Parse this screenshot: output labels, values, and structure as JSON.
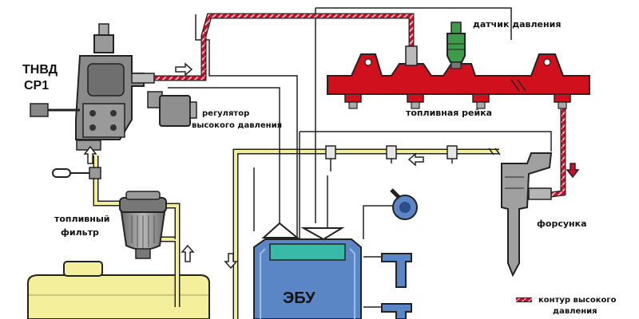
{
  "labels": {
    "pump_title_line1": "ТНВД",
    "pump_title_line2": "CP1",
    "pressure_regulator_line1": "регулятор",
    "pressure_regulator_line2": "высокого давления",
    "pressure_sensor": "датчик давления",
    "fuel_rail": "топливная рейка",
    "fuel_filter_line1": "топливный",
    "fuel_filter_line2": "фильтр",
    "injector": "форсунка",
    "ecu": "ЭБУ",
    "legend_line1": "контур высокого",
    "legend_line2": "давления"
  },
  "colors": {
    "high_pressure": "#c8102e",
    "rail": "#d0101c",
    "fuel": "#f4ef9a",
    "ecu": "#5a86c6",
    "ecu_screen": "#39b9a8",
    "sensor": "#3e9b4a",
    "component": "#8a8a8a",
    "wire": "#222222"
  }
}
